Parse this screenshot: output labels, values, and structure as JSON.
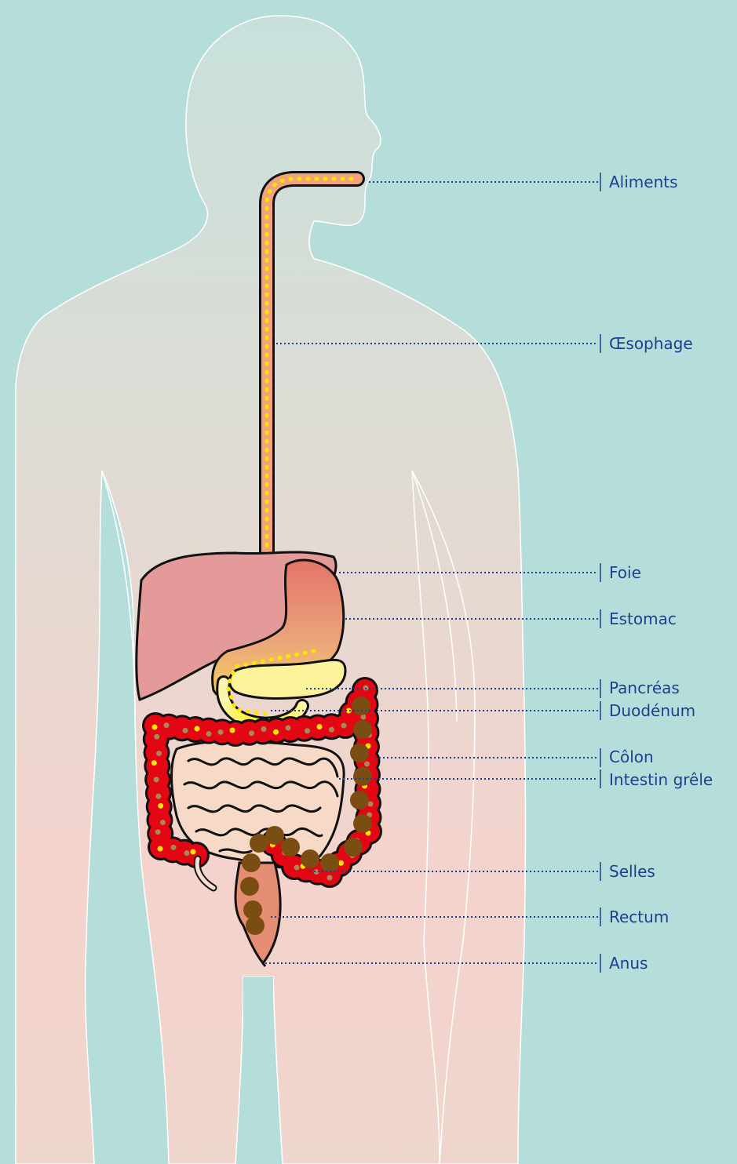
{
  "diagram": {
    "labels": [
      {
        "id": "aliments",
        "text": "Aliments"
      },
      {
        "id": "oesophage",
        "text": "Œsophage"
      },
      {
        "id": "foie",
        "text": "Foie"
      },
      {
        "id": "estomac",
        "text": "Estomac"
      },
      {
        "id": "pancreas",
        "text": "Pancréas"
      },
      {
        "id": "duodenum",
        "text": "Duodénum"
      },
      {
        "id": "colon",
        "text": "Côlon"
      },
      {
        "id": "intestin",
        "text": "Intestin grêle"
      },
      {
        "id": "selles",
        "text": "Selles"
      },
      {
        "id": "rectum",
        "text": "Rectum"
      },
      {
        "id": "anus",
        "text": "Anus"
      }
    ],
    "colors": {
      "background": "#b5dedb",
      "label_text": "#1d3f8f",
      "leader_line": "#1d3f8f",
      "liver": "#e39a98",
      "stomach": "#e8a07a",
      "pancreas": "#fbf29a",
      "colon": "#e30613",
      "stool": "#7a4e12",
      "small_intestine": "#f7d9c8",
      "food": "#ffe600"
    }
  }
}
